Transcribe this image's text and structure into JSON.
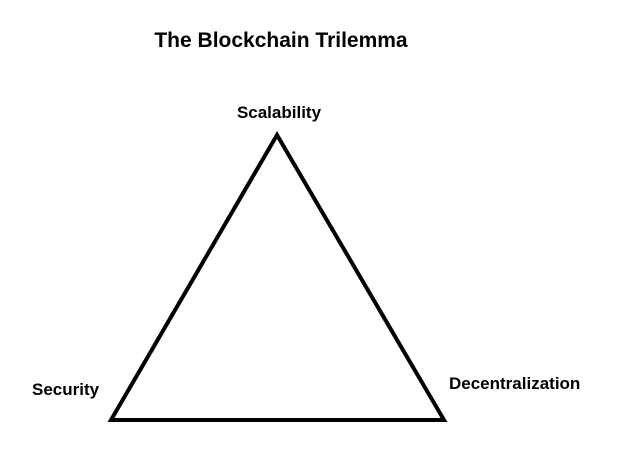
{
  "diagram": {
    "title": "The Blockchain Trilemma",
    "vertices": {
      "top": "Scalability",
      "bottom_left": "Security",
      "bottom_right": "Decentralization"
    },
    "stroke_color": "#000000",
    "background_color": "#ffffff"
  }
}
